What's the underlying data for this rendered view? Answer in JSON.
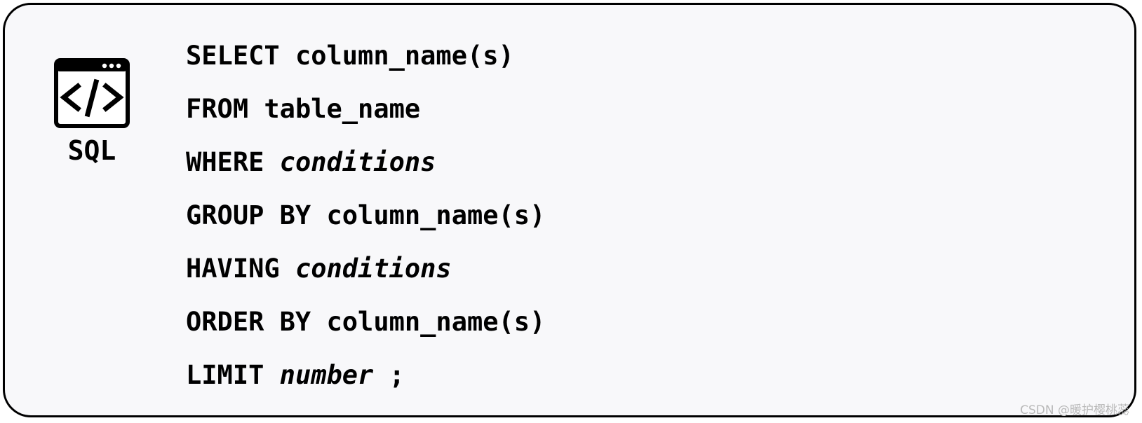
{
  "icon": {
    "name": "code-window-icon",
    "label": "SQL"
  },
  "lines": [
    {
      "keyword": "SELECT",
      "argument": "column_name(s)",
      "italic": false
    },
    {
      "keyword": "FROM",
      "argument": "table_name",
      "italic": false
    },
    {
      "keyword": "WHERE",
      "argument": "conditions",
      "italic": true
    },
    {
      "keyword": "GROUP BY",
      "argument": "column_name(s)",
      "italic": false
    },
    {
      "keyword": "HAVING",
      "argument": "conditions",
      "italic": true
    },
    {
      "keyword": "ORDER BY",
      "argument": "column_name(s)",
      "italic": false
    },
    {
      "keyword": "LIMIT",
      "argument": "number",
      "italic": true,
      "suffix": " ;"
    }
  ],
  "watermark": "CSDN @暖护樱桃蕊",
  "colors": {
    "text": "#000000",
    "background": "#f8f8fa",
    "border": "#000000",
    "watermark": "#b9b9b9"
  }
}
